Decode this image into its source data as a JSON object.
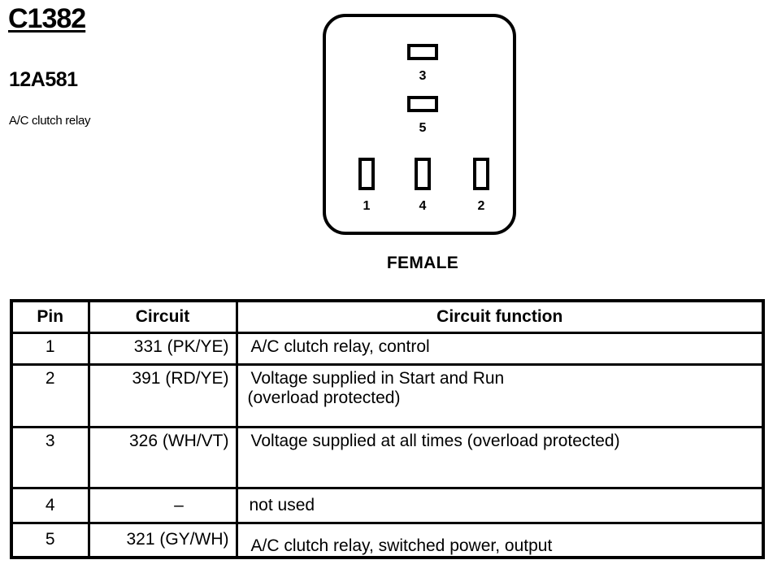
{
  "connector": {
    "id": "C1382",
    "part_number": "12A581",
    "description": "A/C clutch relay",
    "gender": "FEMALE",
    "pin_labels": {
      "p3": "3",
      "p5": "5",
      "p1": "1",
      "p4": "4",
      "p2": "2"
    }
  },
  "table": {
    "headers": [
      "Pin",
      "Circuit",
      "Circuit function"
    ],
    "rows": [
      {
        "pin": "1",
        "circuit": "331 (PK/YE)",
        "function": [
          "A/C clutch relay, control"
        ]
      },
      {
        "pin": "2",
        "circuit": "391 (RD/YE)",
        "function": [
          "Voltage supplied in Start and Run",
          "(overload protected)"
        ]
      },
      {
        "pin": "3",
        "circuit": "326 (WH/VT)",
        "function": [
          "Voltage supplied at all times (overload protected)"
        ]
      },
      {
        "pin": "4",
        "circuit": "–",
        "function": [
          "not used"
        ]
      },
      {
        "pin": "5",
        "circuit": "321 (GY/WH)",
        "function": [
          "A/C clutch relay, switched power, output"
        ]
      }
    ]
  }
}
